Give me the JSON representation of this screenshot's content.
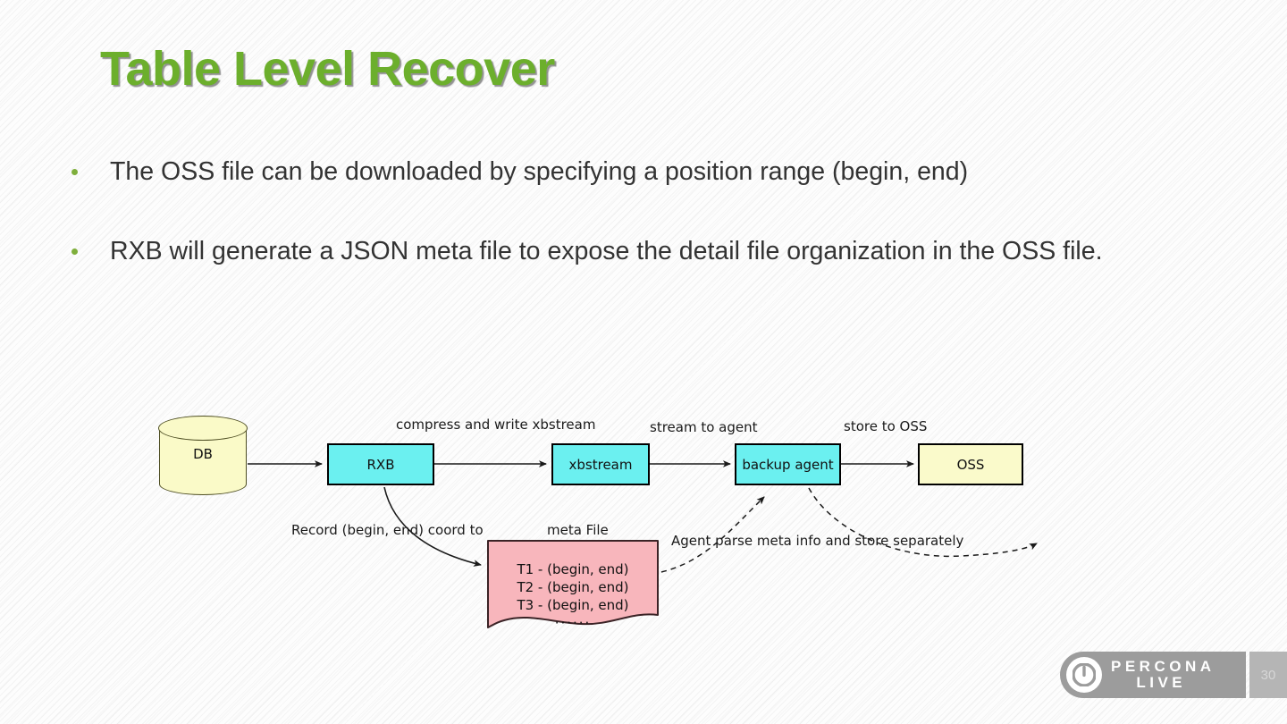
{
  "slide": {
    "title": "Table Level Recover",
    "title_color": "#6CAF2C",
    "bullets": [
      "The OSS file can be downloaded by specifying a position range (begin, end)",
      "RXB will generate a JSON meta file to expose the detail file organization in the OSS file."
    ],
    "bullet_color": "#7FAF3C"
  },
  "diagram": {
    "nodes": {
      "db": {
        "label": "DB",
        "shape": "cylinder",
        "fill": "#FAFAC8"
      },
      "rxb": {
        "label": "RXB",
        "shape": "rect",
        "fill": "#6BF0F0"
      },
      "xbstream": {
        "label": "xbstream",
        "shape": "rect",
        "fill": "#6BF0F0"
      },
      "backup_agent": {
        "label": "backup agent",
        "shape": "rect",
        "fill": "#6BF0F0"
      },
      "oss": {
        "label": "OSS",
        "shape": "rect",
        "fill": "#FAFACB"
      },
      "meta_file": {
        "title": "meta File",
        "shape": "note",
        "fill": "#F8B6BC",
        "lines": [
          "T1 - (begin, end)",
          "T2 - (begin, end)",
          "T3 - (begin, end)"
        ],
        "ellipsis": "······"
      }
    },
    "edge_labels": {
      "db_to_rxb": "",
      "rxb_to_xbstream": "compress and write xbstream",
      "xbstream_to_agent": "stream to agent",
      "agent_to_oss": "store to OSS",
      "rxb_to_meta": "Record (begin, end) coord to",
      "agent_parse": "Agent parse meta info and store separately"
    }
  },
  "footer": {
    "brand_line1": "PERCONA",
    "brand_line2": "LIVE",
    "page_number": "30",
    "logo_icon": "power-icon"
  }
}
